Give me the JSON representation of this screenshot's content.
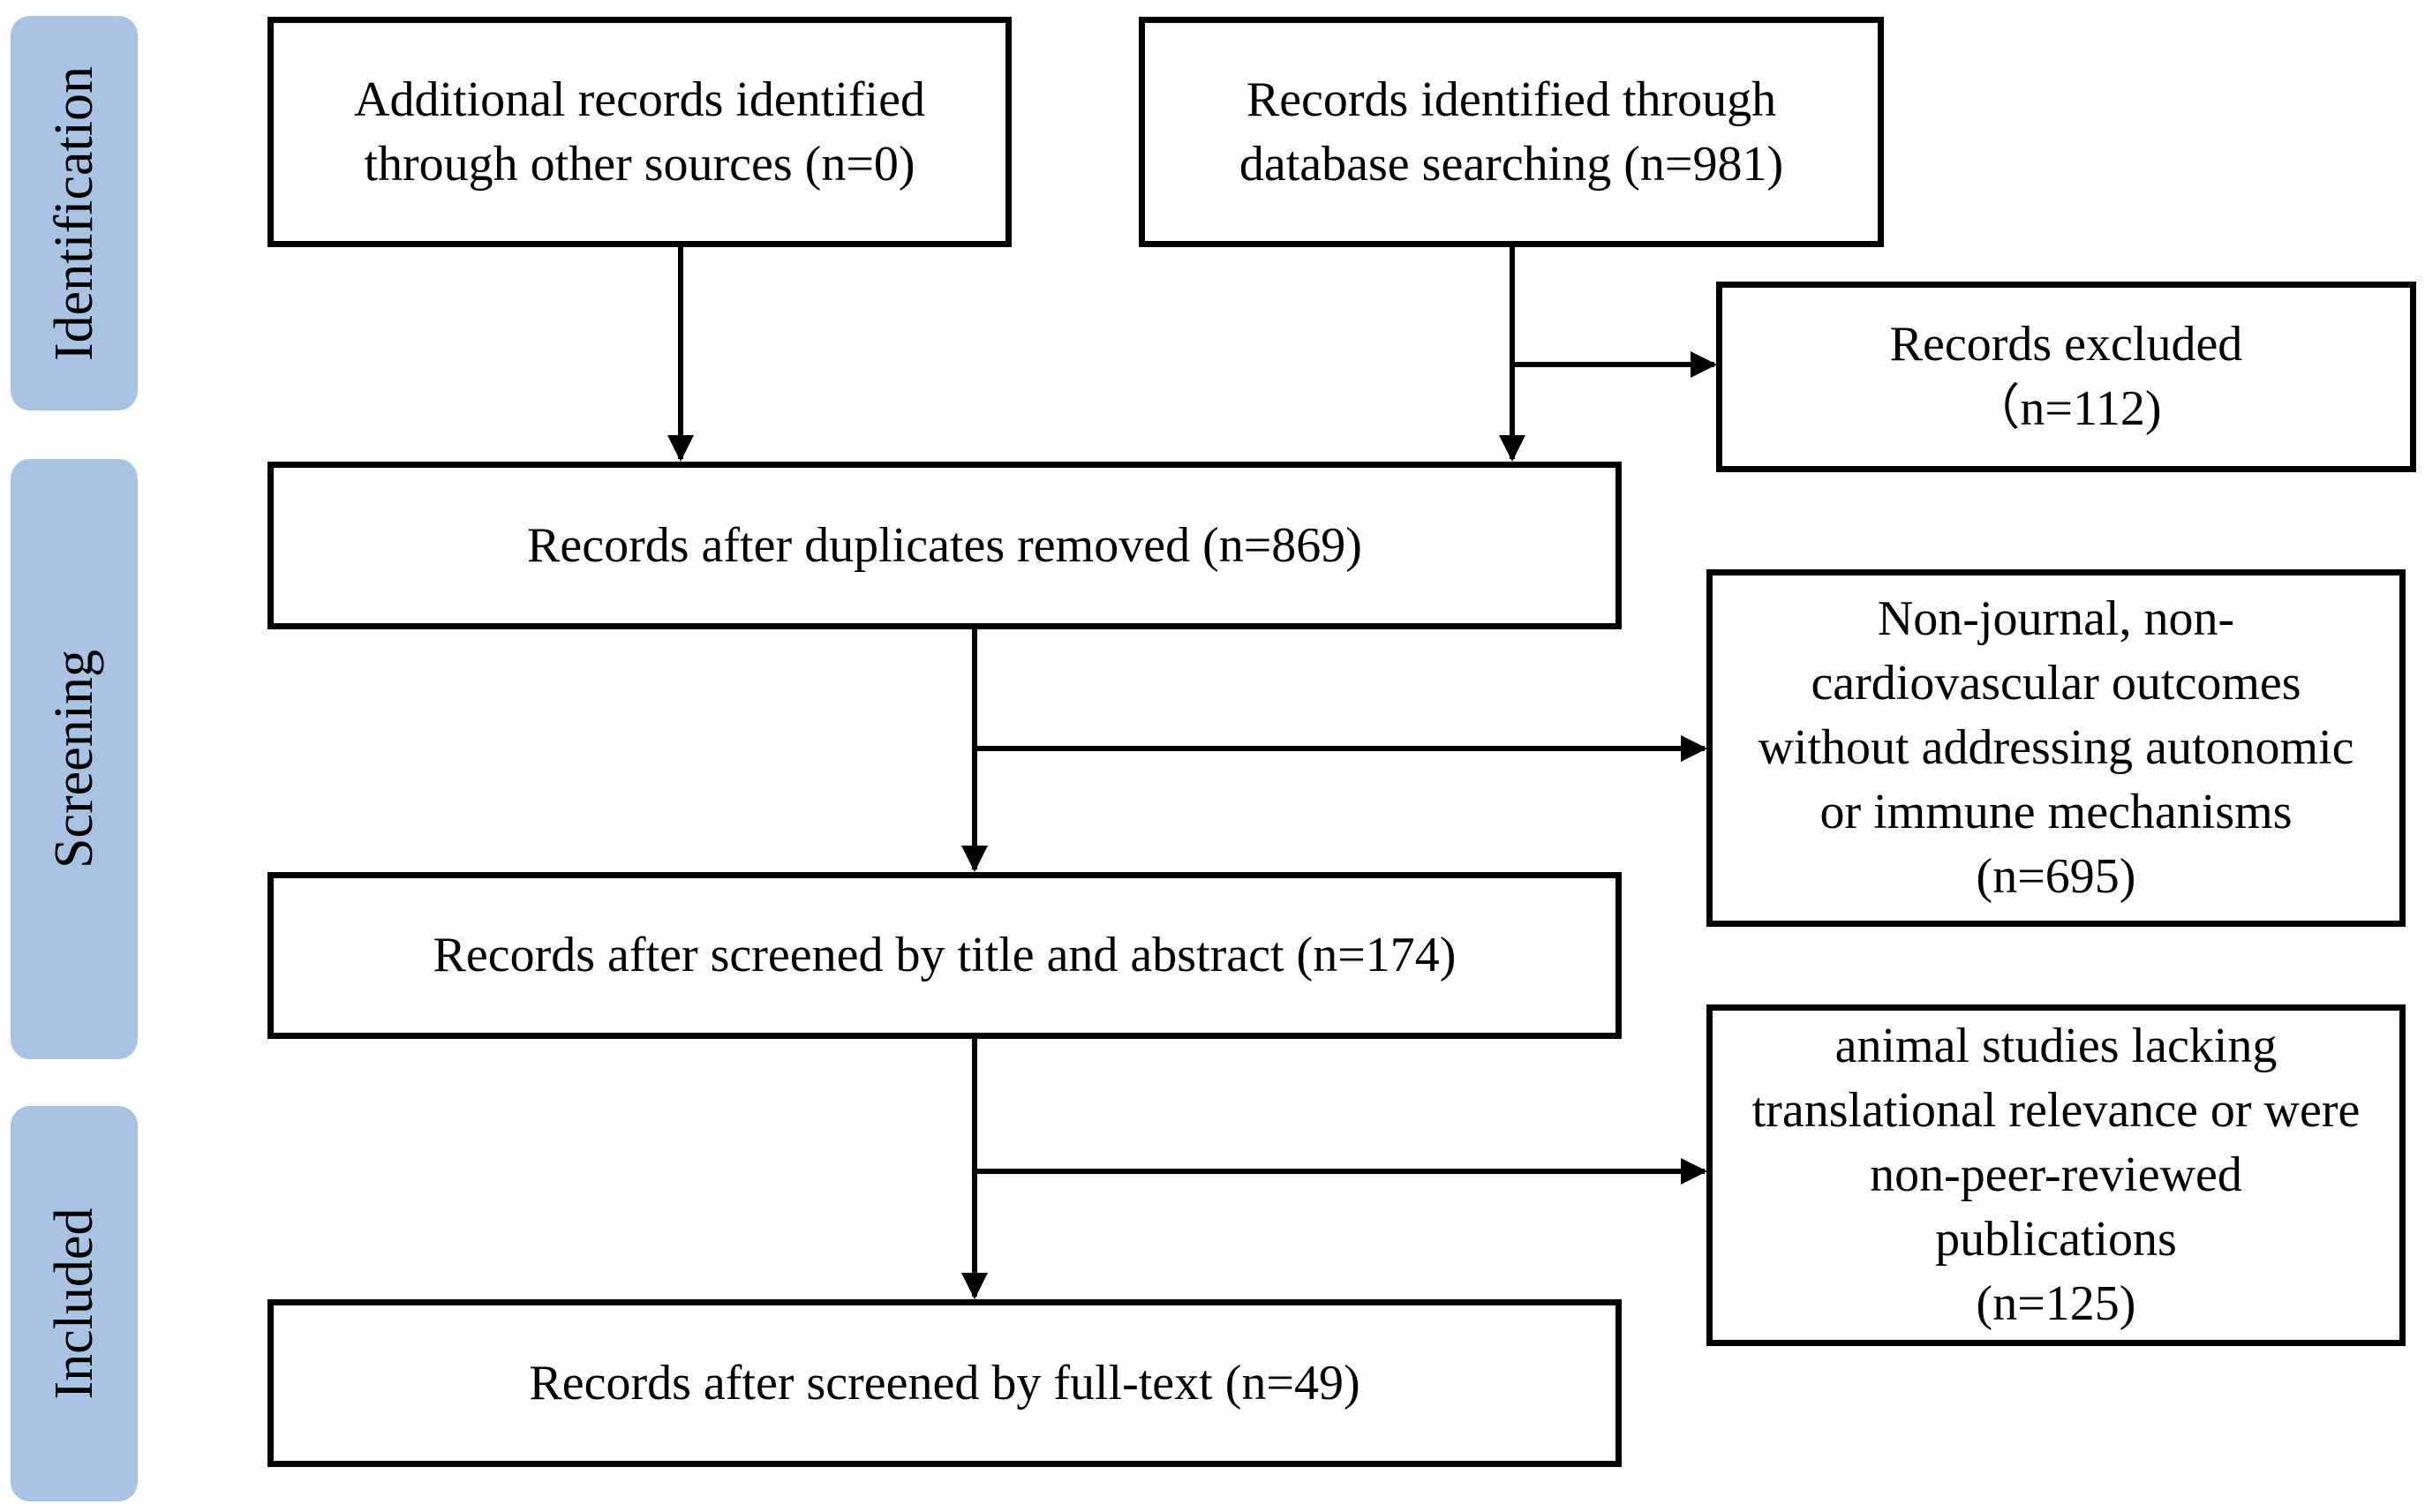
{
  "phases": {
    "identification": "Identification",
    "screening": "Screening",
    "included": "Included"
  },
  "boxes": {
    "other_sources": "Additional records identified\nthrough other sources (n=0)",
    "database": "Records identified through\ndatabase searching (n=981)",
    "excluded": "Records excluded\n（n=112)",
    "duplicates_removed": "Records after duplicates removed (n=869)",
    "exclusion_title_abstract": "Non-journal, non-\ncardiovascular outcomes\nwithout addressing autonomic\nor immune mechanisms\n(n=695)",
    "title_abstract": "Records after screened by title and abstract (n=174)",
    "exclusion_fulltext": "animal studies lacking\ntranslational relevance or were\nnon-peer-reviewed\npublications\n(n=125)",
    "fulltext": "Records after screened by full-text (n=49)"
  },
  "colors": {
    "phase_fill": "#a9c3e4",
    "border": "#000000"
  }
}
